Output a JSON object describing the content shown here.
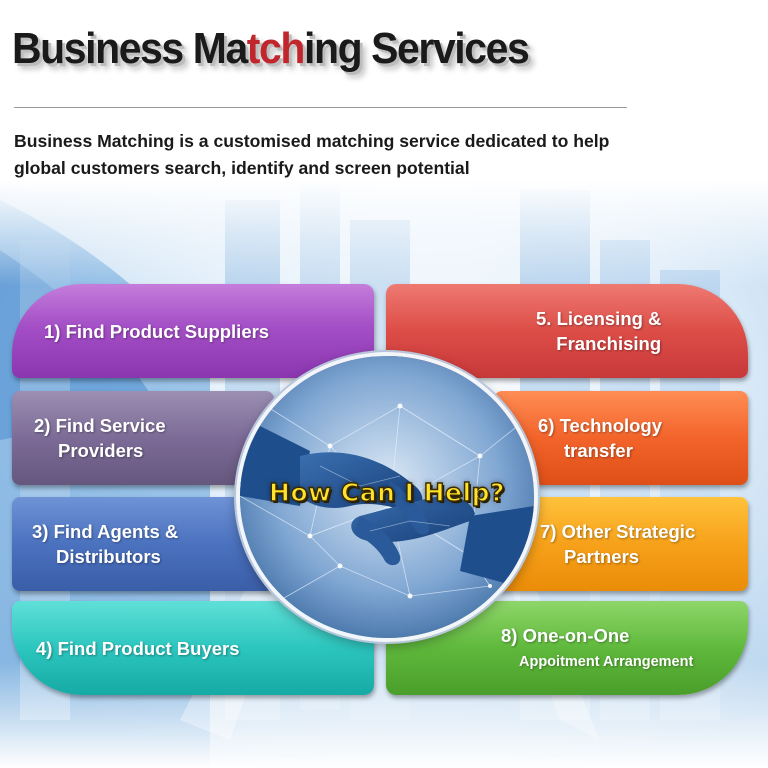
{
  "header": {
    "title_part1": "Business Ma",
    "title_accent": "tch",
    "title_part2": "ing Services",
    "intro": "Business Matching is a customised matching service dedicated to help global customers search, identify and screen potential"
  },
  "hub": {
    "label": "How Can I Help?",
    "image": "handshake-network-icon"
  },
  "services": {
    "s1": {
      "label": "1) Find Product Suppliers",
      "color": "#a44fc6"
    },
    "s2": {
      "line1": "2) Find Service",
      "line2": "Providers",
      "color": "#7c6b97"
    },
    "s3": {
      "line1": "3) Find Agents &",
      "line2": "Distributors",
      "color": "#4b72bf"
    },
    "s4": {
      "label": "4) Find Product Buyers",
      "color": "#2cc6bf"
    },
    "s5": {
      "line1": "5. Licensing &",
      "line2": "Franchising",
      "color": "#dd4d47"
    },
    "s6": {
      "line1": "6) Technology",
      "line2": "transfer",
      "color": "#f3642b"
    },
    "s7": {
      "line1": "7) Other Strategic",
      "line2": "Partners",
      "color": "#f7a11a"
    },
    "s8": {
      "line1": "8) One-on-One",
      "line2": "Appoitment Arrangement",
      "color": "#5fb93c"
    }
  }
}
